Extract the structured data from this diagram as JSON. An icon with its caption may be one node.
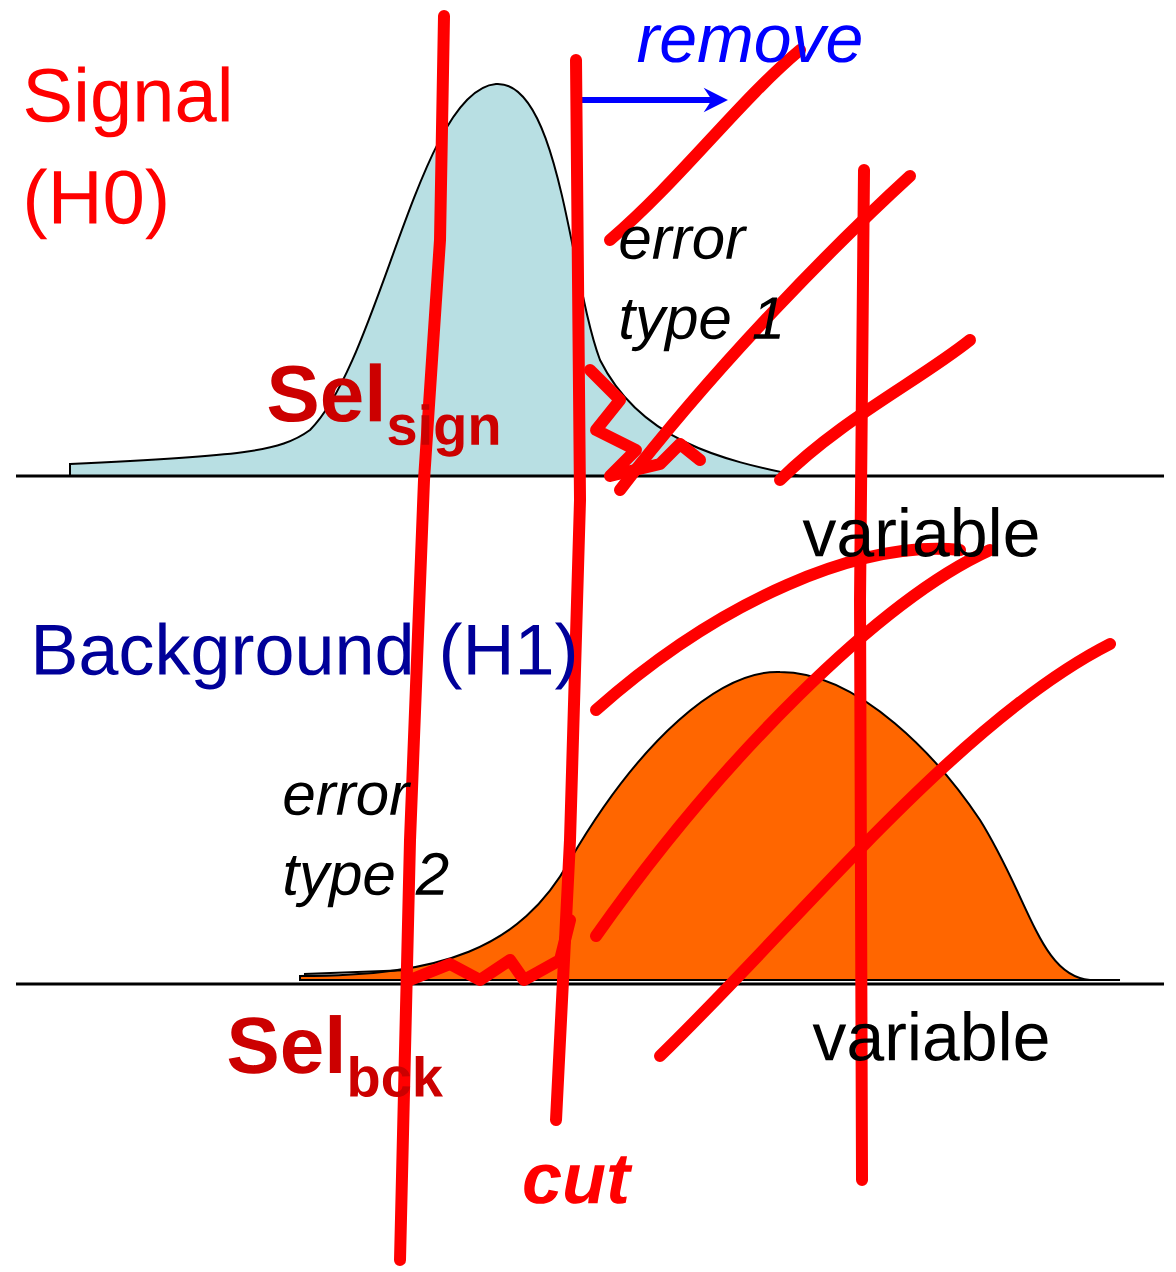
{
  "diagram": {
    "labels": [
      "remove",
      "Signal (H0)",
      "error type 1",
      "Sel$_{sign}$",
      "variable",
      "Background (H1)",
      "error type 2",
      "Sel$_{bck}$",
      "variable",
      "cut"
    ]
  }
}
